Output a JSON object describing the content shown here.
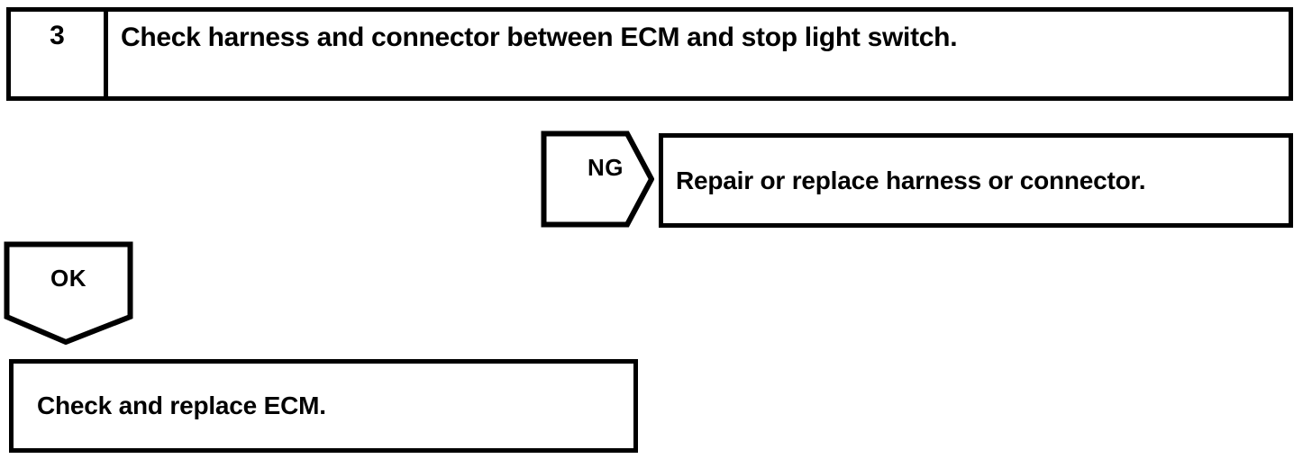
{
  "diagram": {
    "type": "troubleshooting-flowchart",
    "step": {
      "number": "3",
      "instruction": "Check harness and connector between ECM and stop light switch."
    },
    "branches": [
      {
        "marker": "NG",
        "marker_shape": "right-arrow-pentagon",
        "result": "Repair or replace harness or connector."
      },
      {
        "marker": "OK",
        "marker_shape": "down-arrow-pentagon",
        "result": "Check and replace ECM."
      }
    ],
    "colors": {
      "line": "#000000",
      "background": "#ffffff",
      "text": "#000000"
    }
  }
}
